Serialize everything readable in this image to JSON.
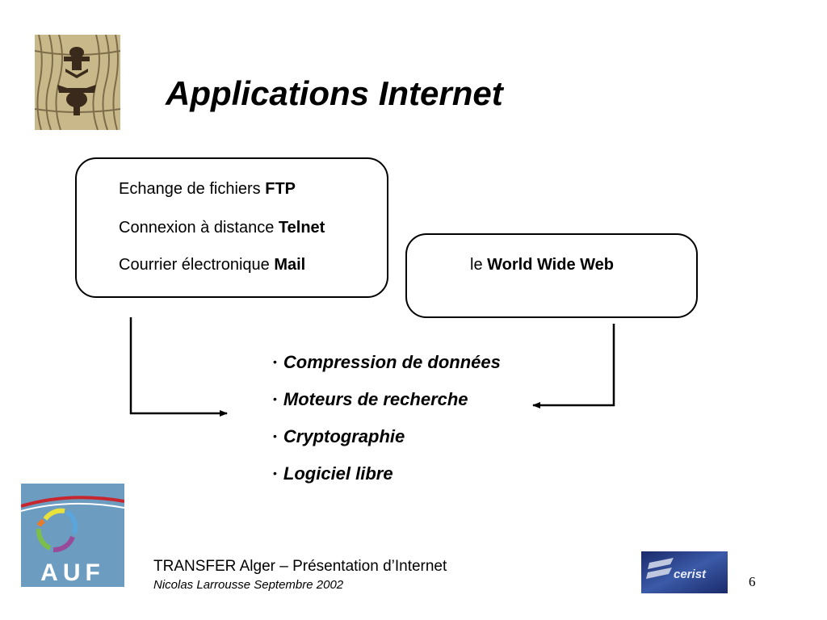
{
  "slide": {
    "title": "Applications Internet",
    "page_number": "6"
  },
  "services": {
    "ftp": {
      "prefix": "Echange de fichiers ",
      "name": "FTP"
    },
    "telnet": {
      "prefix": "Connexion à distance ",
      "name": "Telnet"
    },
    "mail": {
      "prefix": "Courrier électronique ",
      "name": "Mail"
    },
    "web": {
      "prefix": "le ",
      "name": "World Wide Web"
    }
  },
  "topics": [
    "Compression de données",
    "Moteurs de recherche",
    "Cryptographie",
    "Logiciel libre"
  ],
  "bullet_char": "•",
  "footer": {
    "title": "TRANSFER Alger – Présentation d’Internet",
    "subtitle": "Nicolas Larrousse Septembre 2002"
  },
  "logos": {
    "auf_text": "AUF",
    "cerist_text": "cerist"
  }
}
